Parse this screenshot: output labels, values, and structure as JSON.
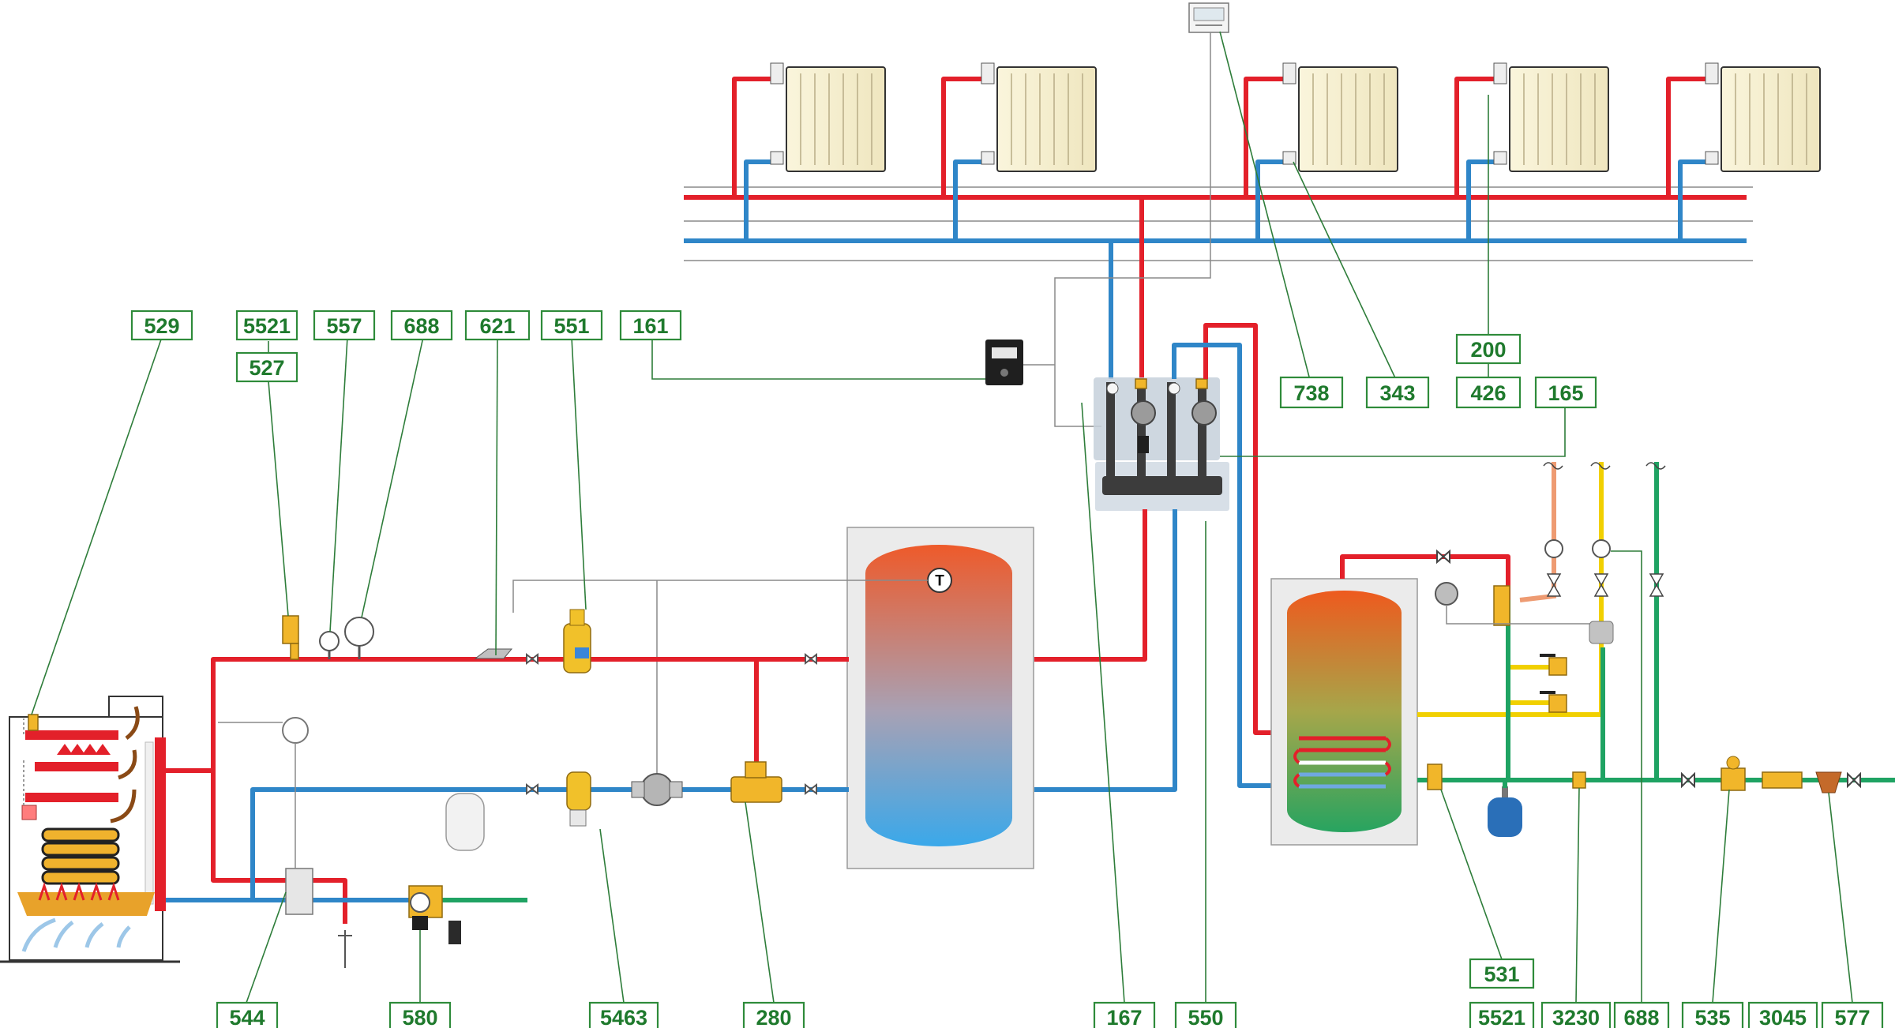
{
  "labels": [
    {
      "id": "l529",
      "text": "529"
    },
    {
      "id": "l5521a",
      "text": "5521"
    },
    {
      "id": "l527",
      "text": "527"
    },
    {
      "id": "l557",
      "text": "557"
    },
    {
      "id": "l688a",
      "text": "688"
    },
    {
      "id": "l621",
      "text": "621"
    },
    {
      "id": "l551",
      "text": "551"
    },
    {
      "id": "l161",
      "text": "161"
    },
    {
      "id": "l738",
      "text": "738"
    },
    {
      "id": "l343",
      "text": "343"
    },
    {
      "id": "l200",
      "text": "200"
    },
    {
      "id": "l426",
      "text": "426"
    },
    {
      "id": "l165",
      "text": "165"
    },
    {
      "id": "l544",
      "text": "544"
    },
    {
      "id": "l580",
      "text": "580"
    },
    {
      "id": "l5463",
      "text": "5463"
    },
    {
      "id": "l280",
      "text": "280"
    },
    {
      "id": "l167",
      "text": "167"
    },
    {
      "id": "l550",
      "text": "550"
    },
    {
      "id": "l531",
      "text": "531"
    },
    {
      "id": "l5521b",
      "text": "5521"
    },
    {
      "id": "l3230",
      "text": "3230"
    },
    {
      "id": "l688b",
      "text": "688"
    },
    {
      "id": "l535",
      "text": "535"
    },
    {
      "id": "l3045",
      "text": "3045"
    },
    {
      "id": "l577",
      "text": "577"
    }
  ],
  "tank_sensor": "T",
  "colors": {
    "hot": "#e3202a",
    "cold": "#2f86c8",
    "cold_water": "#1fa363",
    "dhw": "#f1d000",
    "label_green": "#2e8b3a"
  }
}
